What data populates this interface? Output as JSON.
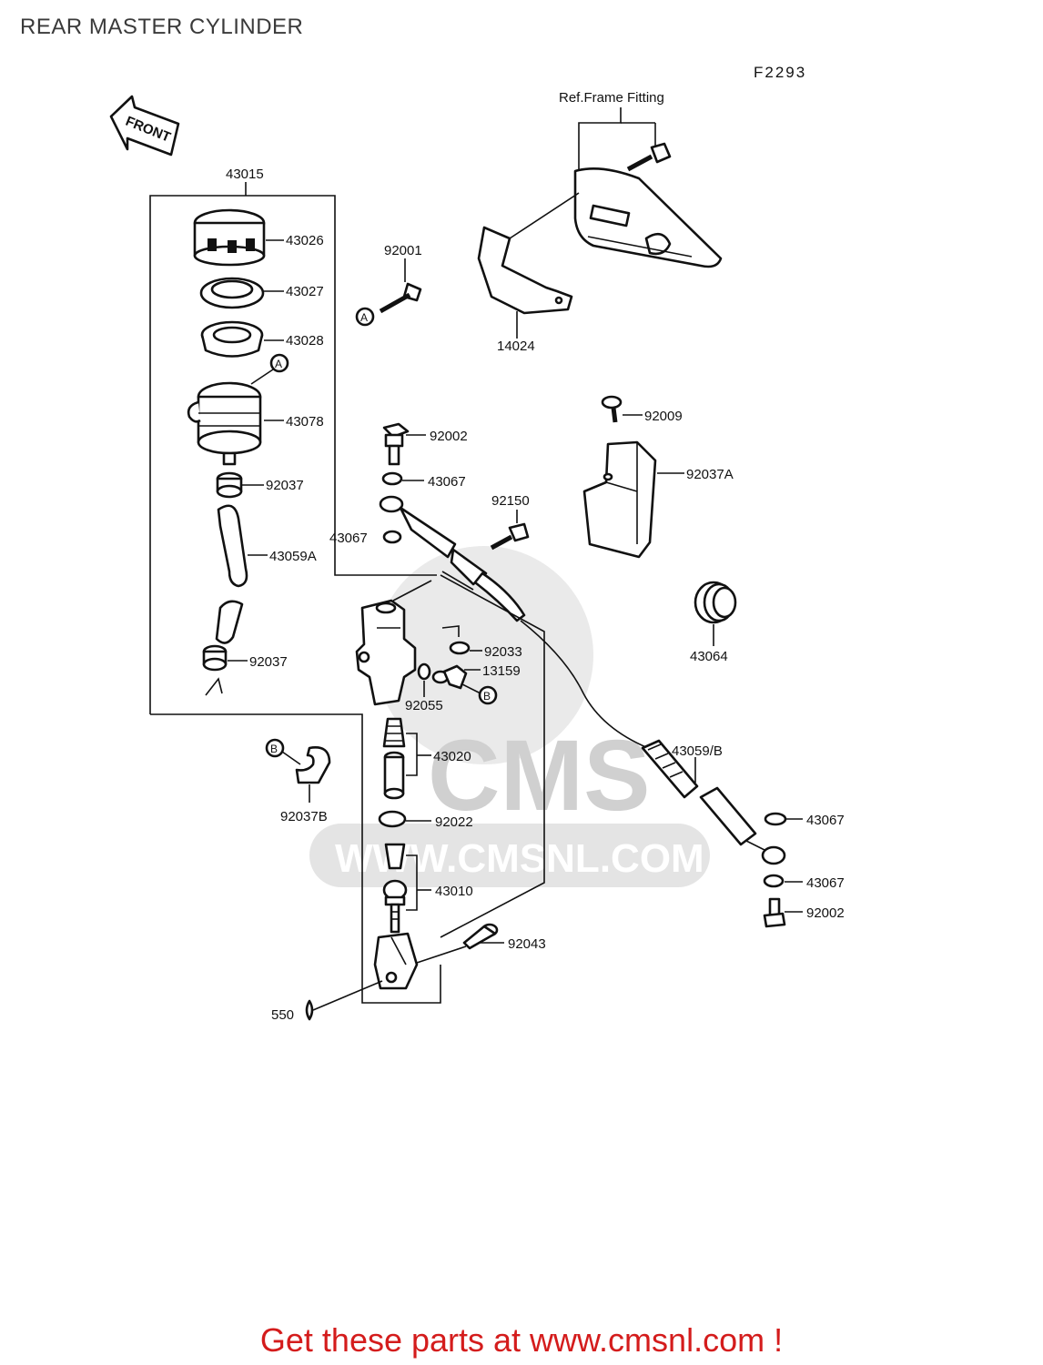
{
  "title": "REAR MASTER CYLINDER",
  "figure_code": "F2293",
  "front_label": "FRONT",
  "ref_note": "Ref.Frame Fitting",
  "watermark": {
    "brand": "CMS",
    "url": "WWW.CMSNL.COM"
  },
  "callouts": {
    "a": "A",
    "b": "B"
  },
  "parts": {
    "p43015": "43015",
    "p43026": "43026",
    "p43027": "43027",
    "p43028": "43028",
    "p43078": "43078",
    "p92037_top": "92037",
    "p43059A": "43059A",
    "p92037_bottom": "92037",
    "p92001": "92001",
    "p14024": "14024",
    "p92009": "92009",
    "p92037A": "92037A",
    "p92002_top": "92002",
    "p43067_a": "43067",
    "p92150": "92150",
    "p43067_b": "43067",
    "p43064": "43064",
    "p92033": "92033",
    "p13159": "13159",
    "p92055": "92055",
    "p43020": "43020",
    "p43059B": "43059/B",
    "p92037B": "92037B",
    "p92022": "92022",
    "p43067_c": "43067",
    "p43010": "43010",
    "p43067_d": "43067",
    "p92002_bottom": "92002",
    "p92043": "92043",
    "p550": "550"
  },
  "footer": {
    "text": "Get these parts at www.cmsnl.com !"
  },
  "colors": {
    "footer_text": "#d41c1c",
    "line_art": "#111111",
    "watermark": "#d8d8d8"
  }
}
